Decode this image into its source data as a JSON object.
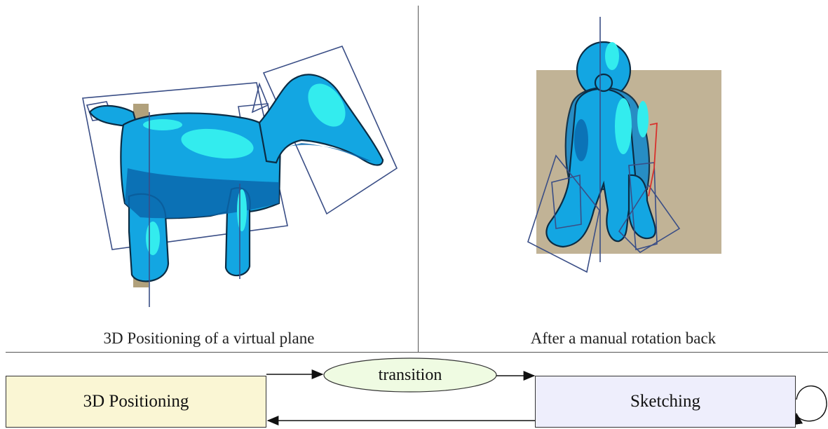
{
  "panels": {
    "left_caption": "3D Positioning of a virtual plane",
    "right_caption": "After a manual rotation back"
  },
  "states": {
    "positioning": "3D Positioning",
    "sketching": "Sketching",
    "transition": "transition"
  },
  "colors": {
    "model_main": "#13a6e2",
    "model_highlight": "#33ecee",
    "model_shadow": "#0a67ad",
    "frame_lines": "#3a4e86",
    "plane": "#a39065",
    "positioning_fill": "#faf6d4",
    "sketching_fill": "#eeeefc",
    "transition_fill": "#effbe2"
  }
}
